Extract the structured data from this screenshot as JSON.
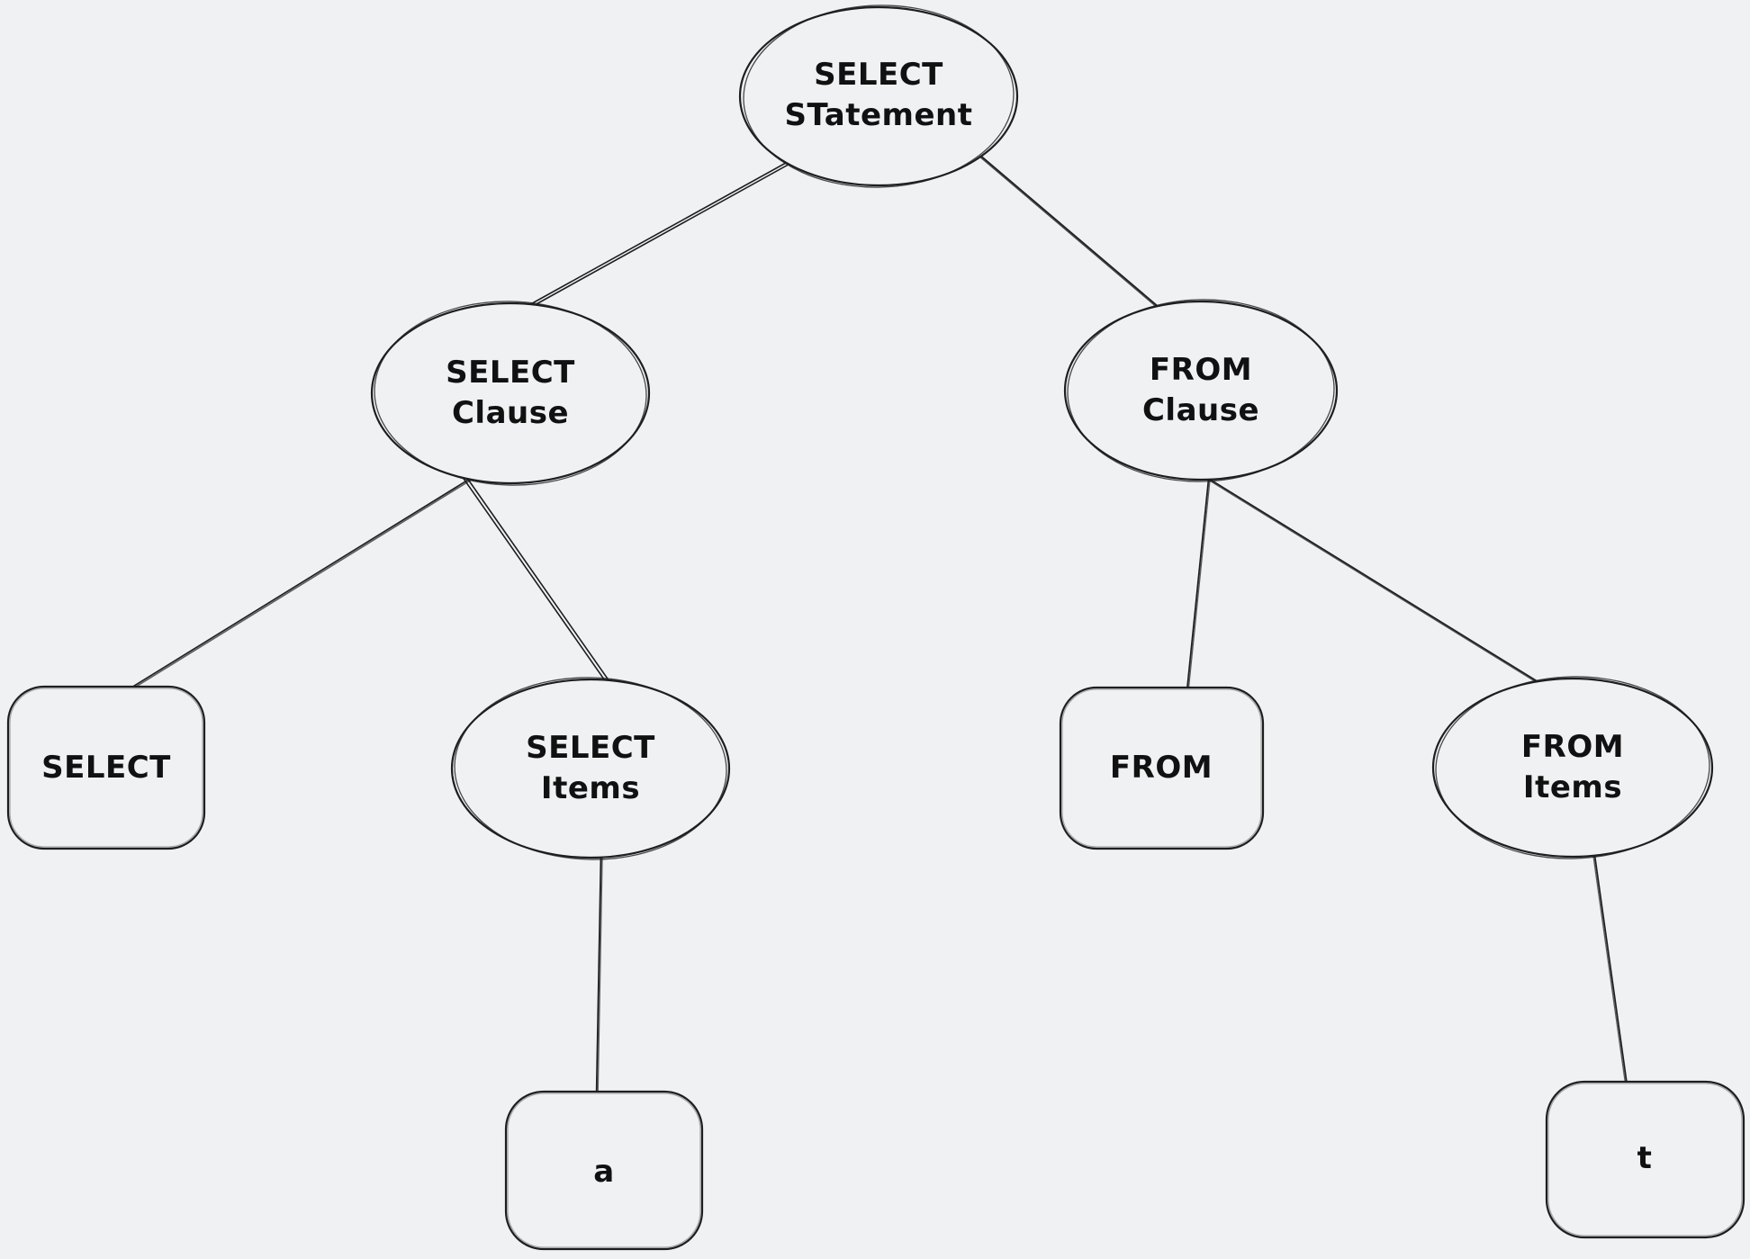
{
  "canvas": {
    "background_color": "#f0f1f3",
    "stroke_color": "#1e1e1e",
    "text_color": "#111111"
  },
  "nodes": [
    {
      "id": "select-statement",
      "shape": "ellipse",
      "label": "SELECT\nSTatement"
    },
    {
      "id": "select-clause",
      "shape": "ellipse",
      "label": "SELECT\nClause"
    },
    {
      "id": "from-clause",
      "shape": "ellipse",
      "label": "FROM\nClause"
    },
    {
      "id": "select-keyword",
      "shape": "rounded-rectangle",
      "label": "SELECT"
    },
    {
      "id": "select-items",
      "shape": "ellipse",
      "label": "SELECT\nItems"
    },
    {
      "id": "from-keyword",
      "shape": "rounded-rectangle",
      "label": "FROM"
    },
    {
      "id": "from-items",
      "shape": "ellipse",
      "label": "FROM\nItems"
    },
    {
      "id": "select-item-a",
      "shape": "rounded-rectangle",
      "label": "a"
    },
    {
      "id": "from-item-t",
      "shape": "rounded-rectangle",
      "label": "t"
    }
  ],
  "edges": [
    {
      "from": "select-statement",
      "to": "select-clause"
    },
    {
      "from": "select-statement",
      "to": "from-clause"
    },
    {
      "from": "select-clause",
      "to": "select-keyword"
    },
    {
      "from": "select-clause",
      "to": "select-items"
    },
    {
      "from": "select-items",
      "to": "select-item-a"
    },
    {
      "from": "from-clause",
      "to": "from-keyword"
    },
    {
      "from": "from-clause",
      "to": "from-items"
    },
    {
      "from": "from-items",
      "to": "from-item-t"
    }
  ]
}
